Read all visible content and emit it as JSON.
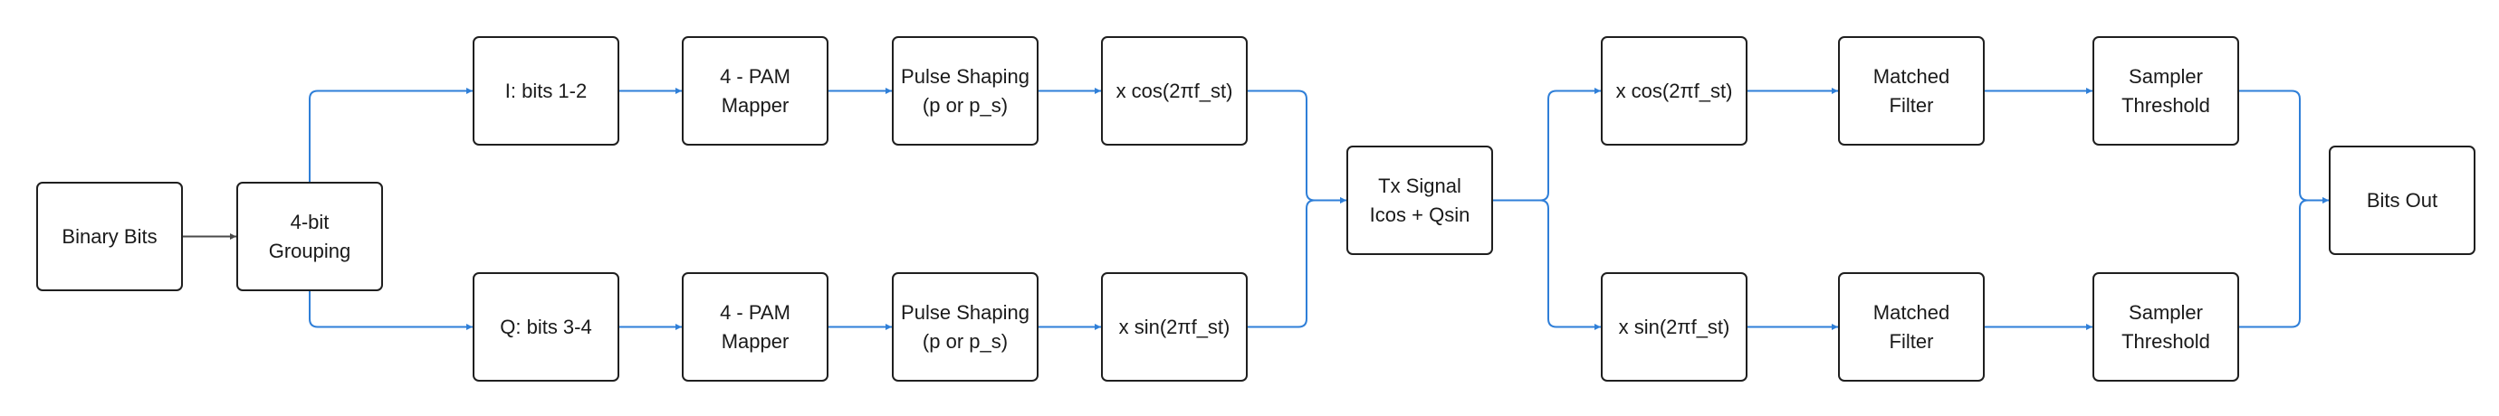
{
  "colors": {
    "box_border": "#1f1f1f",
    "connector": "#2f7fd8",
    "input_connector": "#4a4a4a",
    "background": "#ffffff"
  },
  "nodes": {
    "binary_bits": {
      "lines": [
        "Binary Bits"
      ]
    },
    "grouping": {
      "lines": [
        "4-bit",
        "Grouping"
      ]
    },
    "i_bits": {
      "lines": [
        "I: bits 1-2"
      ]
    },
    "q_bits": {
      "lines": [
        "Q: bits 3-4"
      ]
    },
    "pam_i": {
      "lines": [
        "4 - PAM",
        "Mapper"
      ]
    },
    "pam_q": {
      "lines": [
        "4 - PAM",
        "Mapper"
      ]
    },
    "pulse_i": {
      "lines": [
        "Pulse Shaping",
        "(p or p_s)"
      ]
    },
    "pulse_q": {
      "lines": [
        "Pulse Shaping",
        "(p or p_s)"
      ]
    },
    "mod_cos": {
      "lines": [
        "x cos(2πf_st)"
      ]
    },
    "mod_sin": {
      "lines": [
        "x sin(2πf_st)"
      ]
    },
    "tx_signal": {
      "lines": [
        "Tx Signal",
        "Icos + Qsin"
      ]
    },
    "demod_cos": {
      "lines": [
        "x cos(2πf_st)"
      ]
    },
    "demod_sin": {
      "lines": [
        "x sin(2πf_st)"
      ]
    },
    "matched_i": {
      "lines": [
        "Matched",
        "Filter"
      ]
    },
    "matched_q": {
      "lines": [
        "Matched",
        "Filter"
      ]
    },
    "sampler_i": {
      "lines": [
        "Sampler",
        "Threshold"
      ]
    },
    "sampler_q": {
      "lines": [
        "Sampler",
        "Threshold"
      ]
    },
    "bits_out": {
      "lines": [
        "Bits Out"
      ]
    }
  },
  "edges": [
    {
      "from": "binary_bits",
      "to": "grouping"
    },
    {
      "from": "grouping",
      "to": "i_bits"
    },
    {
      "from": "grouping",
      "to": "q_bits"
    },
    {
      "from": "i_bits",
      "to": "pam_i"
    },
    {
      "from": "q_bits",
      "to": "pam_q"
    },
    {
      "from": "pam_i",
      "to": "pulse_i"
    },
    {
      "from": "pam_q",
      "to": "pulse_q"
    },
    {
      "from": "pulse_i",
      "to": "mod_cos"
    },
    {
      "from": "pulse_q",
      "to": "mod_sin"
    },
    {
      "from": "mod_cos",
      "to": "tx_signal"
    },
    {
      "from": "mod_sin",
      "to": "tx_signal"
    },
    {
      "from": "tx_signal",
      "to": "demod_cos"
    },
    {
      "from": "tx_signal",
      "to": "demod_sin"
    },
    {
      "from": "demod_cos",
      "to": "matched_i"
    },
    {
      "from": "demod_sin",
      "to": "matched_q"
    },
    {
      "from": "matched_i",
      "to": "sampler_i"
    },
    {
      "from": "matched_q",
      "to": "sampler_q"
    },
    {
      "from": "sampler_i",
      "to": "bits_out"
    },
    {
      "from": "sampler_q",
      "to": "bits_out"
    }
  ]
}
